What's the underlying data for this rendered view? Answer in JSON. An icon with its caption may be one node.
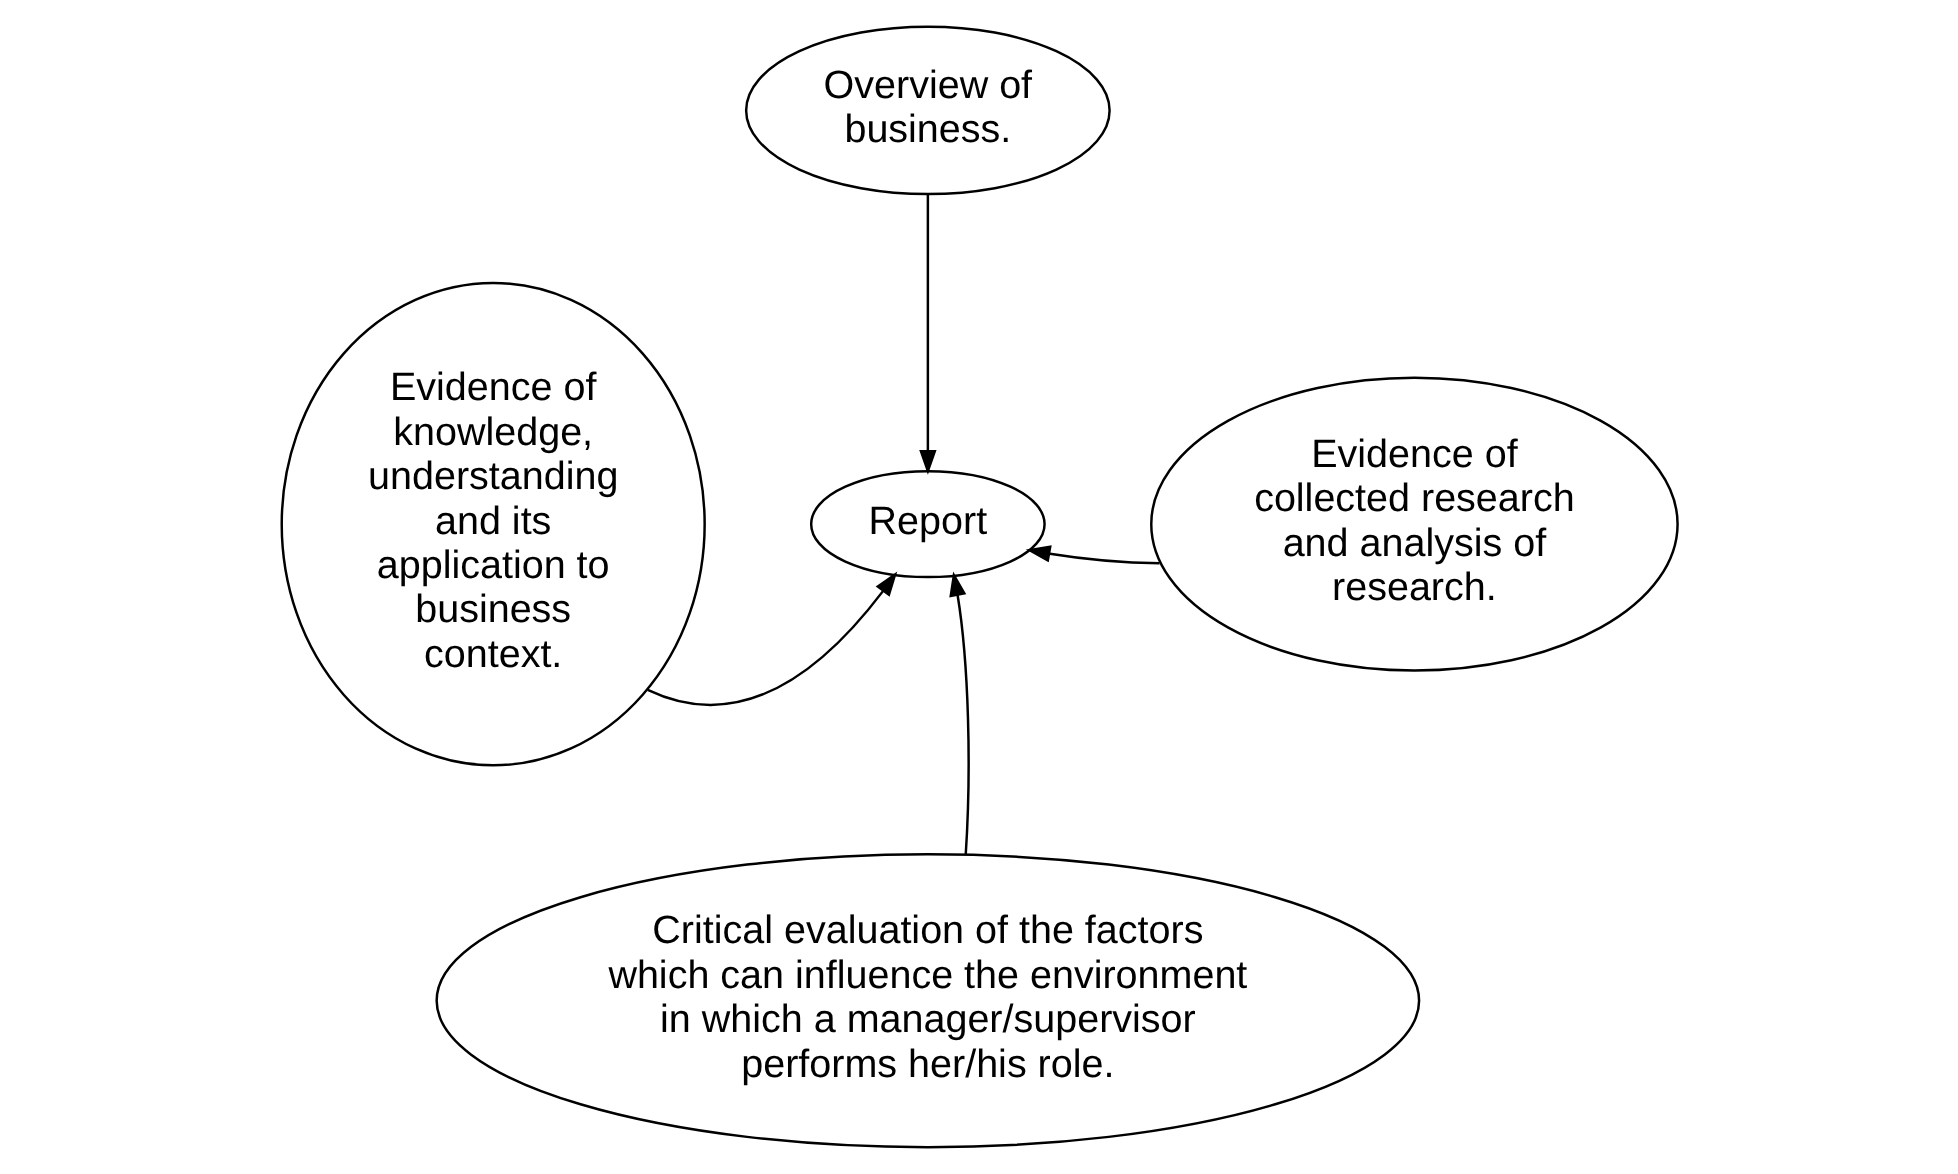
{
  "diagram": {
    "nodes": [
      {
        "text": [
          "Overview of business."
        ]
      },
      {
        "text": [
          "Evidence of knowledge, understanding and its application to business context."
        ]
      },
      {
        "text": [
          "Evidence of collected research and analysis of research."
        ]
      },
      {
        "text": [
          "Report"
        ]
      },
      {
        "text": [
          "Critical evaluation of the factors which can influence the environment in which a manager/supervisor performs her/his role."
        ]
      }
    ],
    "edges": [
      {
        "from": 0,
        "to": 3,
        "arrow": "to"
      },
      {
        "from": 1,
        "to": 3,
        "arrow": "to"
      },
      {
        "from": 2,
        "to": 3,
        "arrow": "to"
      },
      {
        "from": 4,
        "to": 3,
        "arrow": "to"
      }
    ]
  }
}
